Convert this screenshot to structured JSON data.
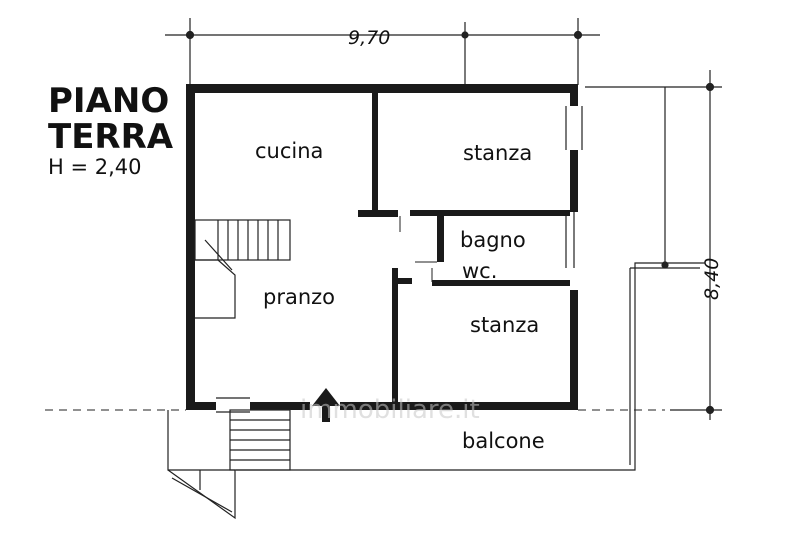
{
  "plan": {
    "title_line1": "PIANO",
    "title_line2": "TERRA",
    "height": "H = 2,40",
    "dimension_width": "9,70",
    "dimension_depth": "8,40",
    "rooms": {
      "cucina": "cucina",
      "stanza_top": "stanza",
      "bagno": "bagno",
      "wc": "wc.",
      "pranzo": "pranzo",
      "stanza_bottom": "stanza",
      "balcone": "balcone"
    },
    "watermark": "immobiliare.it"
  },
  "colors": {
    "wall": "#1a1a1a",
    "line": "#222222",
    "background": "#ffffff"
  }
}
